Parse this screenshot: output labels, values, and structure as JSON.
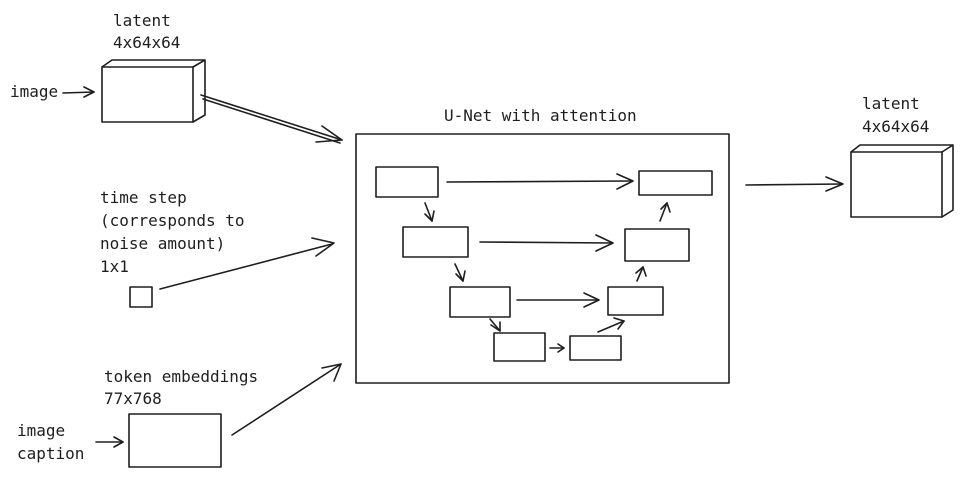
{
  "labels": {
    "image_input": "image",
    "latent_in_title": "latent",
    "latent_in_dims": "4x64x64",
    "time_step_line1": "time step",
    "time_step_line2": "(corresponds to",
    "time_step_line3": "noise amount)",
    "time_step_dims": "1x1",
    "token_title": "token embeddings",
    "token_dims": "77x768",
    "caption_line1": "image",
    "caption_line2": "caption",
    "unet_title": "U-Net with attention",
    "latent_out_title": "latent",
    "latent_out_dims": "4x64x64"
  }
}
